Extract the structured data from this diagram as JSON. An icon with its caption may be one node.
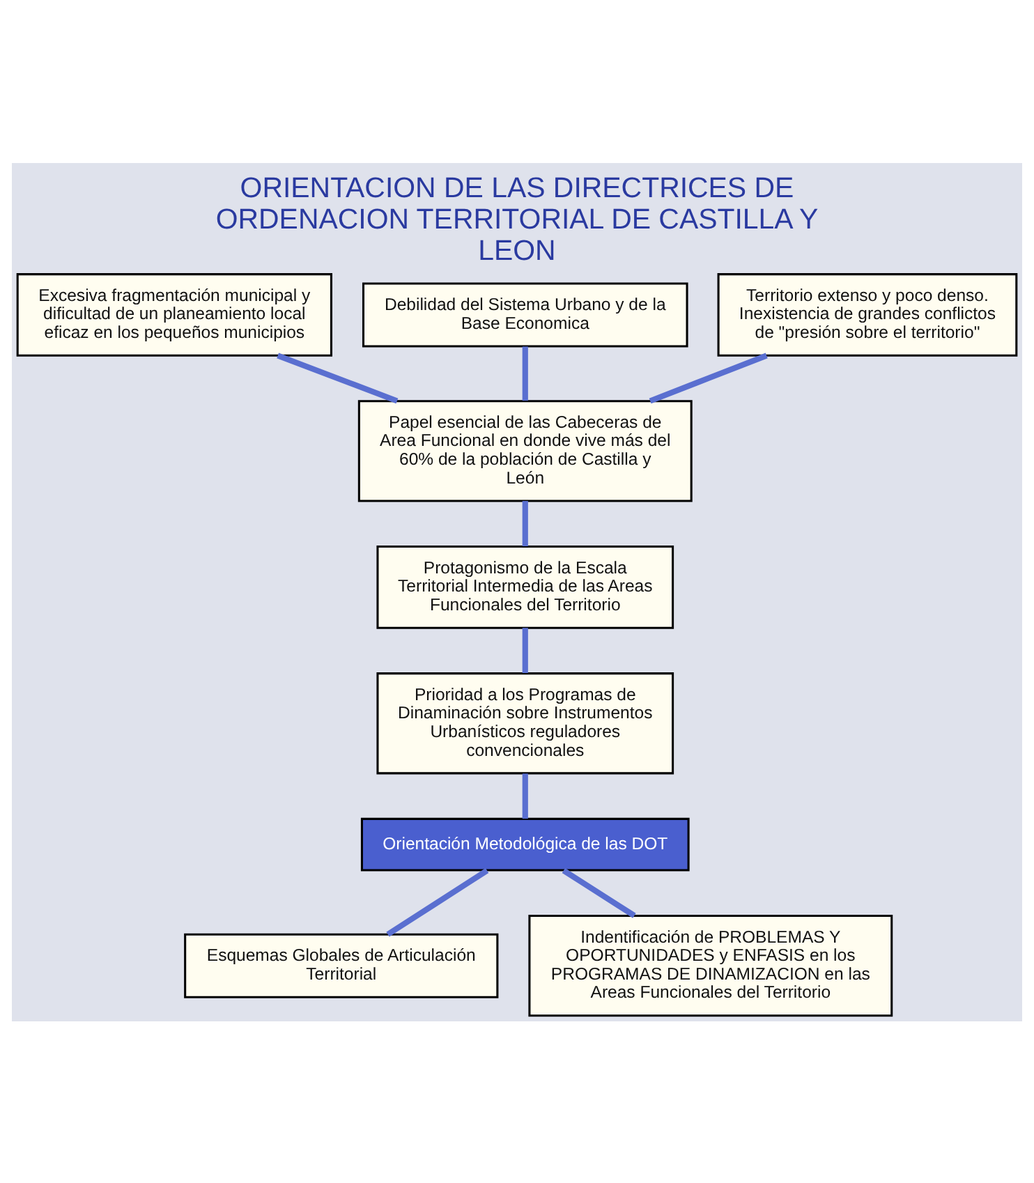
{
  "diagram": {
    "title": "ORIENTACION DE LAS DIRECTRICES DE ORDENACION TERRITORIAL DE CASTILLA Y LEON",
    "nodes": [
      {
        "text": [
          "Excesiva fragmentación municipal y dificultad de un planeamiento local eficaz en los pequeños municipios"
        ]
      },
      {
        "text": [
          "Debilidad del Sistema Urbano y de la Base Economica"
        ]
      },
      {
        "text": [
          "Territorio extenso y poco denso. Inexistencia de grandes conflictos de \"presión sobre el territorio\""
        ]
      },
      {
        "text": [
          "Papel esencial de las Cabeceras de Area Funcional en donde vive más del 60% de la población de Castilla y León"
        ]
      },
      {
        "text": [
          "Protagonismo de la Escala Territorial Intermedia de las Areas Funcionales del Territorio"
        ]
      },
      {
        "text": [
          "Prioridad a los Programas de Dinaminación sobre Instrumentos Urbanísticos reguladores convencionales"
        ]
      },
      {
        "text": [
          "Orientación Metodológica de las DOT"
        ]
      },
      {
        "text": [
          "Esquemas Globales de Articulación Territorial"
        ]
      },
      {
        "text": [
          "Indentificación de PROBLEMAS Y OPORTUNIDADES y ENFASIS en los PROGRAMAS DE DINAMIZACION en las Areas Funcionales del Territorio"
        ]
      }
    ],
    "edges": [
      {
        "from": 0,
        "to": 3,
        "arrow": "none"
      },
      {
        "from": 1,
        "to": 3,
        "arrow": "none"
      },
      {
        "from": 2,
        "to": 3,
        "arrow": "none"
      },
      {
        "from": 3,
        "to": 4,
        "arrow": "none"
      },
      {
        "from": 4,
        "to": 5,
        "arrow": "none"
      },
      {
        "from": 5,
        "to": 6,
        "arrow": "none"
      },
      {
        "from": 6,
        "to": 7,
        "arrow": "none"
      },
      {
        "from": 6,
        "to": 8,
        "arrow": "none"
      }
    ]
  }
}
